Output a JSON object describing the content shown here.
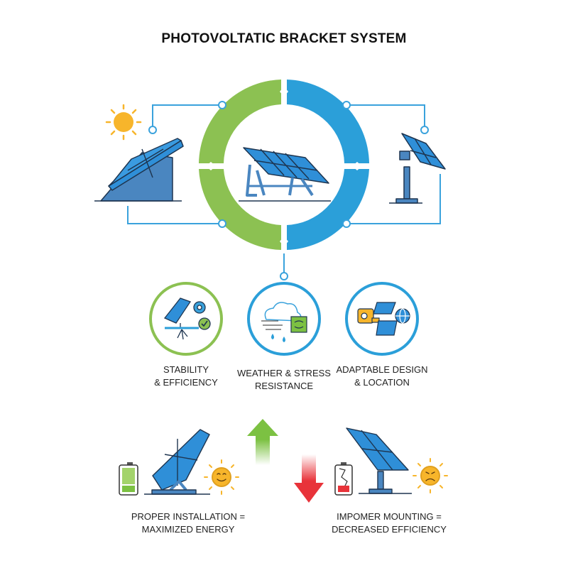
{
  "title": "PHOTOVOLTATIC BRACKET SYSTEM",
  "colors": {
    "green": "#8cc152",
    "blue": "#2b9fd9",
    "panel_blue": "#2f8fd8",
    "frame_blue": "#4a86c0",
    "sun_yellow": "#f7b52b",
    "line_blue": "#3aa2dc",
    "arrow_green": "#7cc142",
    "arrow_red": "#e8333a",
    "battery_red": "#e8333a"
  },
  "top_diagram": {
    "left_icon": "roof-mounted-solar-panel-with-sun",
    "center_icon": "ground-mounted-solar-array",
    "right_icon": "pole-mounted-tracker-panel",
    "ring_segments": [
      "green",
      "blue"
    ]
  },
  "features": [
    {
      "icon": "stability-panel-gear-check-icon",
      "ring_color": "green",
      "line1": "STABILITY",
      "line2": "& EFFICIENCY"
    },
    {
      "icon": "weather-cloud-wind-rain-icon",
      "ring_color": "blue",
      "line1": "WEATHER & STRESS",
      "line2": "RESISTANCE"
    },
    {
      "icon": "adaptable-tape-panels-globe-icon",
      "ring_color": "blue",
      "line1": "ADAPTABLE DESIGN",
      "line2": "& LOCATION"
    }
  ],
  "outcomes": {
    "good": {
      "line1": "PROPER INSTALLATION =",
      "line2": "MAXIMIZED ENERGY",
      "battery": "full",
      "sun": "happy",
      "arrow": "up"
    },
    "bad": {
      "line1": "IMPOMER MOUNTING =",
      "line2": "DECREASED EFFICIENCY",
      "battery": "low-cracked",
      "sun": "sad",
      "arrow": "down"
    }
  }
}
